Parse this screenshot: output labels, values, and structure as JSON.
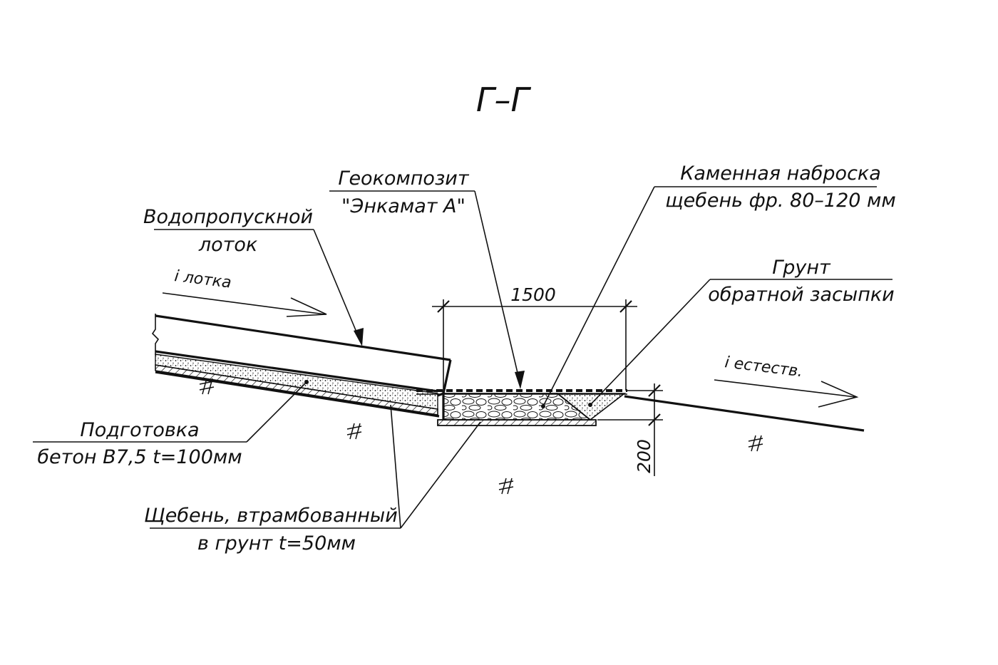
{
  "section_title": "Г–Г",
  "labels": {
    "geocomposite_line1": "Геокомпозит",
    "geocomposite_line2": "\"Энкамат А\"",
    "stone_line1": "Каменная наброска",
    "stone_line2": "щебень фр. 80–120 мм",
    "tray_line1": "Водопропускной",
    "tray_line2": "лоток",
    "slope_tray": "i лотка",
    "soil_line1": "Грунт",
    "soil_line2": "обратной засыпки",
    "slope_natural": "i естеств.",
    "base_line1": "Подготовка",
    "base_line2": "бетон В7,5 t=100мм",
    "gravel_line1": "Щебень, втрамбованный",
    "gravel_line2": "в грунт t=50мм"
  },
  "dimensions": {
    "width": "1500",
    "depth": "200"
  },
  "colors": {
    "ink": "#111111",
    "paper": "#ffffff"
  }
}
